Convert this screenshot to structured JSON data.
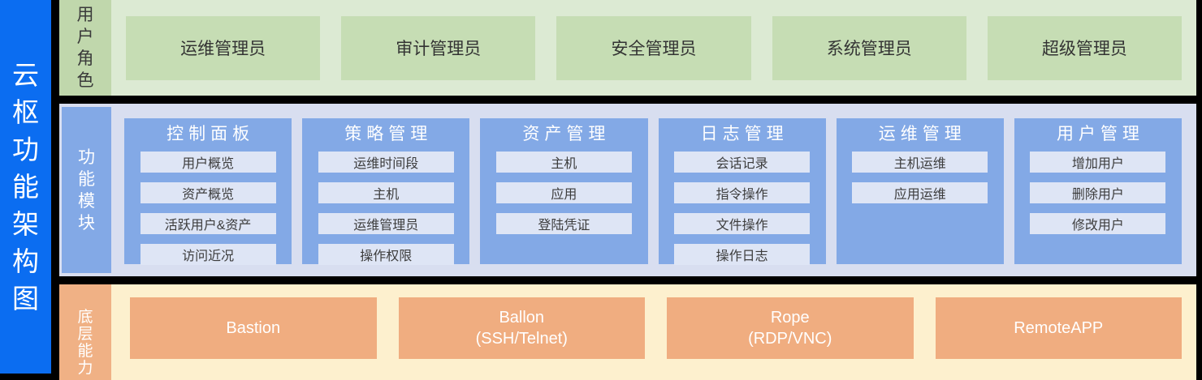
{
  "title": "云枢功能架构图",
  "roles": {
    "label": "用户角色",
    "items": [
      "运维管理员",
      "审计管理员",
      "安全管理员",
      "系统管理员",
      "超级管理员"
    ]
  },
  "modules": {
    "label": "功能模块",
    "columns": [
      {
        "title": "控制面板",
        "items": [
          "用户概览",
          "资产概览",
          "活跃用户&资产",
          "访问近况"
        ]
      },
      {
        "title": "策略管理",
        "items": [
          "运维时间段",
          "主机",
          "运维管理员",
          "操作权限"
        ]
      },
      {
        "title": "资产管理",
        "items": [
          "主机",
          "应用",
          "登陆凭证"
        ]
      },
      {
        "title": "日志管理",
        "items": [
          "会话记录",
          "指令操作",
          "文件操作",
          "操作日志"
        ]
      },
      {
        "title": "运维管理",
        "items": [
          "主机运维",
          "应用运维"
        ]
      },
      {
        "title": "用户管理",
        "items": [
          "增加用户",
          "删除用户",
          "修改用户"
        ]
      }
    ]
  },
  "base": {
    "label": "底层能力",
    "items": [
      "Bastion",
      "Ballon\n(SSH/Telnet)",
      "Rope\n(RDP/VNC)",
      "RemoteAPP"
    ]
  },
  "colors": {
    "sidebar_blue": "#0b6df1",
    "roles_label_bg": "#c0d7ac",
    "roles_content_bg": "#dcead3",
    "role_box_bg": "#c6ddb4",
    "modules_content_bg": "#d8def0",
    "module_col_bg": "#83a9e6",
    "module_item_bg": "#dee5f5",
    "base_label_bg": "#f0b185",
    "base_content_bg": "#fdf0ce",
    "base_box_bg": "#f0ad80",
    "background": "#000000"
  }
}
